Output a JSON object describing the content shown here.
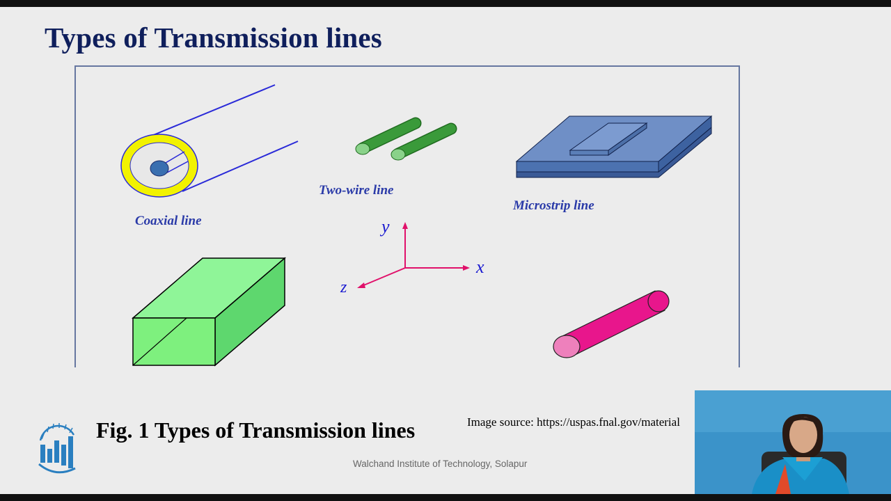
{
  "slide": {
    "title": "Types of Transmission lines",
    "caption": "Fig. 1 Types of Transmission lines",
    "image_source": "Image source: https://uspas.fnal.gov/material",
    "footer": "Walchand Institute of Technology, Solapur"
  },
  "figure": {
    "labels": {
      "coaxial": "Coaxial line",
      "two_wire": "Two-wire line",
      "microstrip": "Microstrip line"
    },
    "axes": {
      "x": "x",
      "y": "y",
      "z": "z"
    },
    "colors": {
      "label_blue": "#2a3aa8",
      "axis_magenta": "#e0106a",
      "coax_ring": "#f2f200",
      "coax_core": "#3a6fb0",
      "wire_green": "#3a9a3a",
      "microstrip_blue": "#5b7fb8",
      "waveguide_green": "#7ef07e",
      "fiber_pink": "#e8168c"
    }
  },
  "logo": {
    "name": "institute-logo"
  },
  "presenter": {
    "name": "presenter-video"
  }
}
